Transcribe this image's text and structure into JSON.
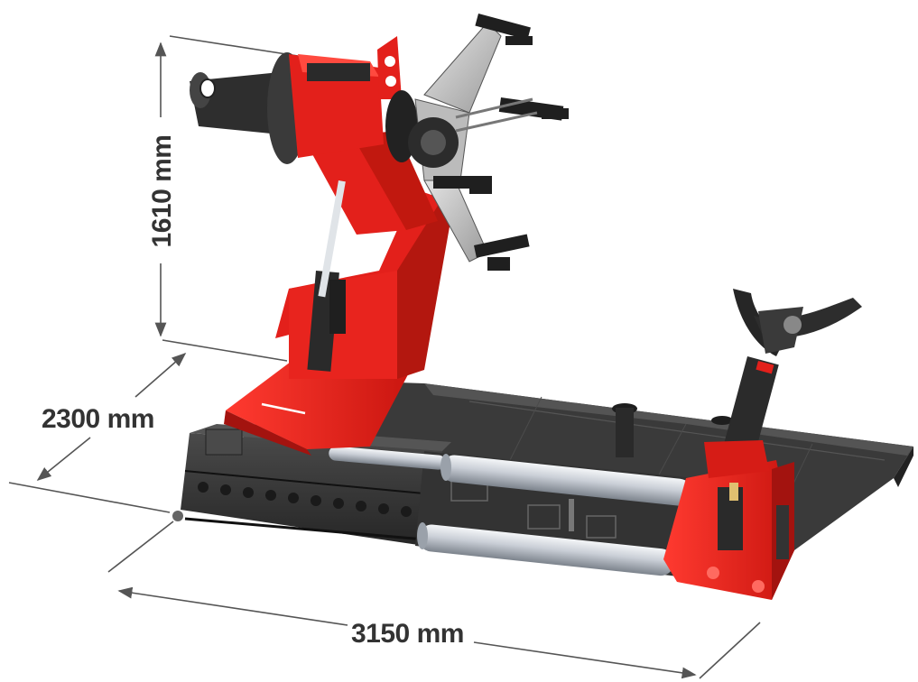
{
  "dimensions": {
    "height": {
      "label": "1610 mm"
    },
    "depth": {
      "label": "2300 mm"
    },
    "length": {
      "label": "3150 mm"
    }
  },
  "colors": {
    "machine_red": "#e3201b",
    "machine_red_dark": "#a3130f",
    "steel_dark": "#3b3b3b",
    "steel_mid": "#5a5a5a",
    "steel_light": "#8a8a8a",
    "cylinder_light": "#d8dde4",
    "dimension_line": "#555555",
    "label_text": "#333333"
  }
}
